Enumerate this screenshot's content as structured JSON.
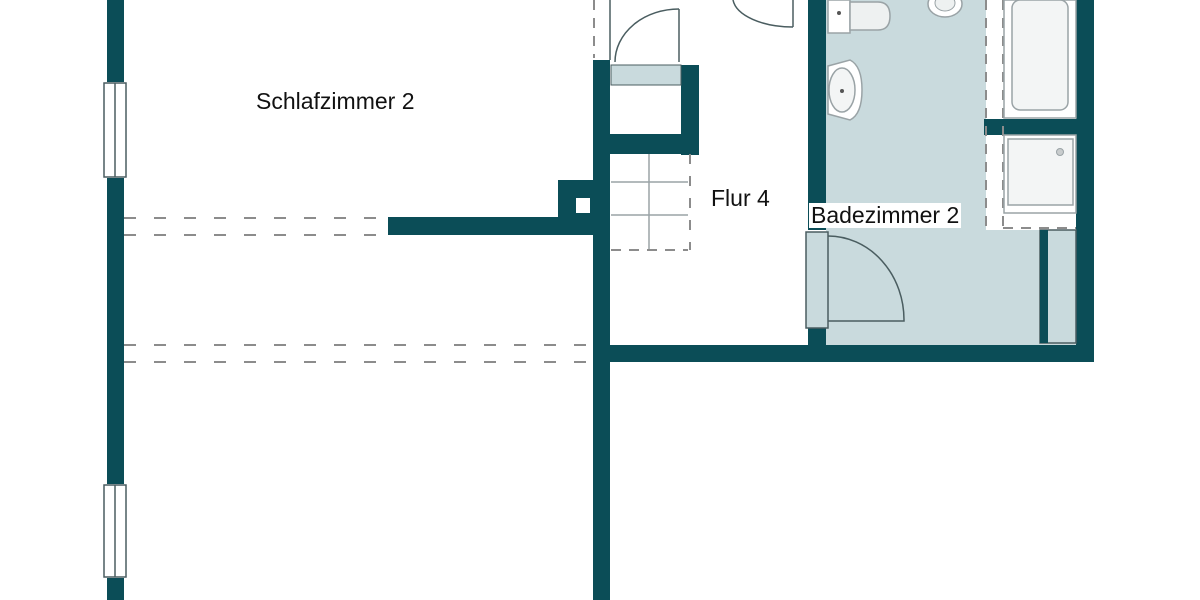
{
  "colors": {
    "wall": "#0b4d57",
    "bathroom_floor": "#c9dadd",
    "fixture_outline": "#9aa3a6",
    "dash_line": "#8c8c8c",
    "background": "#ffffff",
    "text": "#111111"
  },
  "rooms": [
    {
      "id": "schlafzimmer-2",
      "label": "Schlafzimmer 2"
    },
    {
      "id": "flur-4",
      "label": "Flur 4"
    },
    {
      "id": "badezimmer-2",
      "label": "Badezimmer 2"
    }
  ],
  "fixtures": [
    {
      "type": "toilet"
    },
    {
      "type": "bidet"
    },
    {
      "type": "washbasin"
    },
    {
      "type": "bathtub"
    },
    {
      "type": "shower-tray"
    },
    {
      "type": "staircase"
    },
    {
      "type": "window"
    },
    {
      "type": "door-swing"
    }
  ]
}
